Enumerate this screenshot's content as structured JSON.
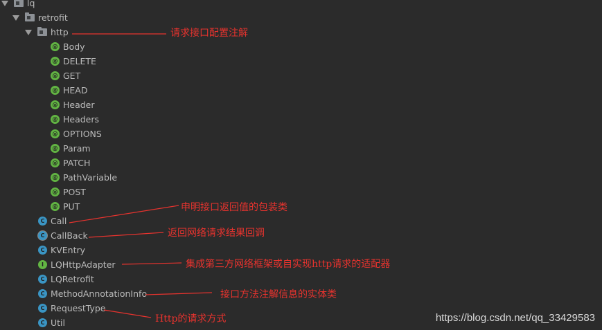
{
  "tree": {
    "root": {
      "label": "lq"
    },
    "retrofit": {
      "label": "retrofit"
    },
    "http": {
      "label": "http"
    },
    "annotations": [
      "Body",
      "DELETE",
      "GET",
      "HEAD",
      "Header",
      "Headers",
      "OPTIONS",
      "Param",
      "PATCH",
      "PathVariable",
      "POST",
      "PUT"
    ],
    "classes": [
      {
        "label": "Call",
        "kind": "C"
      },
      {
        "label": "CallBack",
        "kind": "C"
      },
      {
        "label": "KVEntry",
        "kind": "C"
      },
      {
        "label": "LQHttpAdapter",
        "kind": "I"
      },
      {
        "label": "LQRetrofit",
        "kind": "C"
      },
      {
        "label": "MethodAnnotationInfo",
        "kind": "C"
      },
      {
        "label": "RequestType",
        "kind": "C"
      },
      {
        "label": "Util",
        "kind": "C"
      }
    ]
  },
  "notes": {
    "http": "请求接口配置注解",
    "call": "申明接口返回值的包装类",
    "callback": "返回网络请求结果回调",
    "adapter": "集成第三方网络框架或自实现http请求的适配器",
    "method_info": "接口方法注解信息的实体类",
    "request_type": "Http的请求方式"
  },
  "watermark": "https://blog.csdn.net/qq_33429583",
  "colors": {
    "background": "#2b2b2b",
    "annotation": "#e8332e",
    "class_badge": "#3a95c4",
    "annotation_badge": "#62b543"
  }
}
